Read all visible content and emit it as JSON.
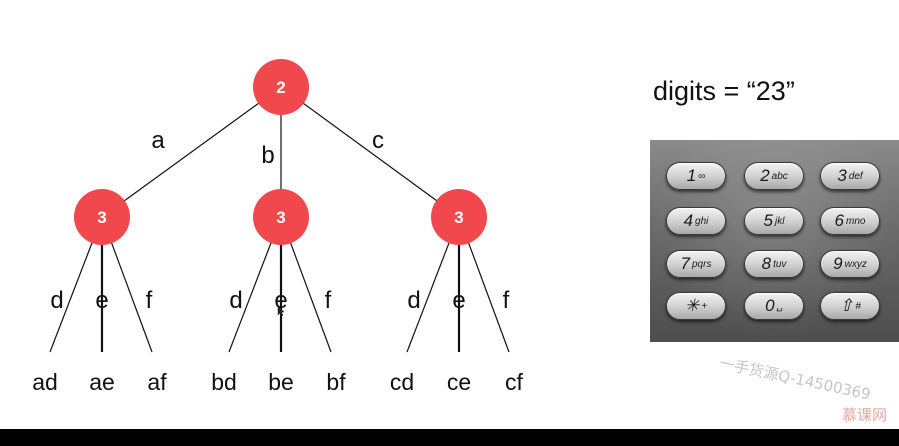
{
  "tree": {
    "root": {
      "label": "2"
    },
    "level1": [
      {
        "edge": "a",
        "node": "3",
        "children": [
          {
            "edge": "d",
            "leaf": "ad"
          },
          {
            "edge": "e",
            "leaf": "ae"
          },
          {
            "edge": "f",
            "leaf": "af"
          }
        ]
      },
      {
        "edge": "b",
        "node": "3",
        "children": [
          {
            "edge": "d",
            "leaf": "bd"
          },
          {
            "edge": "e",
            "leaf": "be"
          },
          {
            "edge": "f",
            "leaf": "bf"
          }
        ]
      },
      {
        "edge": "c",
        "node": "3",
        "children": [
          {
            "edge": "d",
            "leaf": "cd"
          },
          {
            "edge": "e",
            "leaf": "ce"
          },
          {
            "edge": "f",
            "leaf": "cf"
          }
        ]
      }
    ],
    "node_color": "#f0484c"
  },
  "digits_label": "digits = “23”",
  "keypad": {
    "keys": [
      {
        "num": "1",
        "letters": "∞"
      },
      {
        "num": "2",
        "letters": "abc"
      },
      {
        "num": "3",
        "letters": "def"
      },
      {
        "num": "4",
        "letters": "ghi"
      },
      {
        "num": "5",
        "letters": "jkl"
      },
      {
        "num": "6",
        "letters": "mno"
      },
      {
        "num": "7",
        "letters": "pqrs"
      },
      {
        "num": "8",
        "letters": "tuv"
      },
      {
        "num": "9",
        "letters": "wxyz"
      },
      {
        "num": "✳",
        "letters": "+"
      },
      {
        "num": "0",
        "letters": "␣"
      },
      {
        "num": "⇧",
        "letters": "#"
      }
    ]
  },
  "watermark": "一手货源Q-14500369",
  "watermark_logo": "慕课网"
}
